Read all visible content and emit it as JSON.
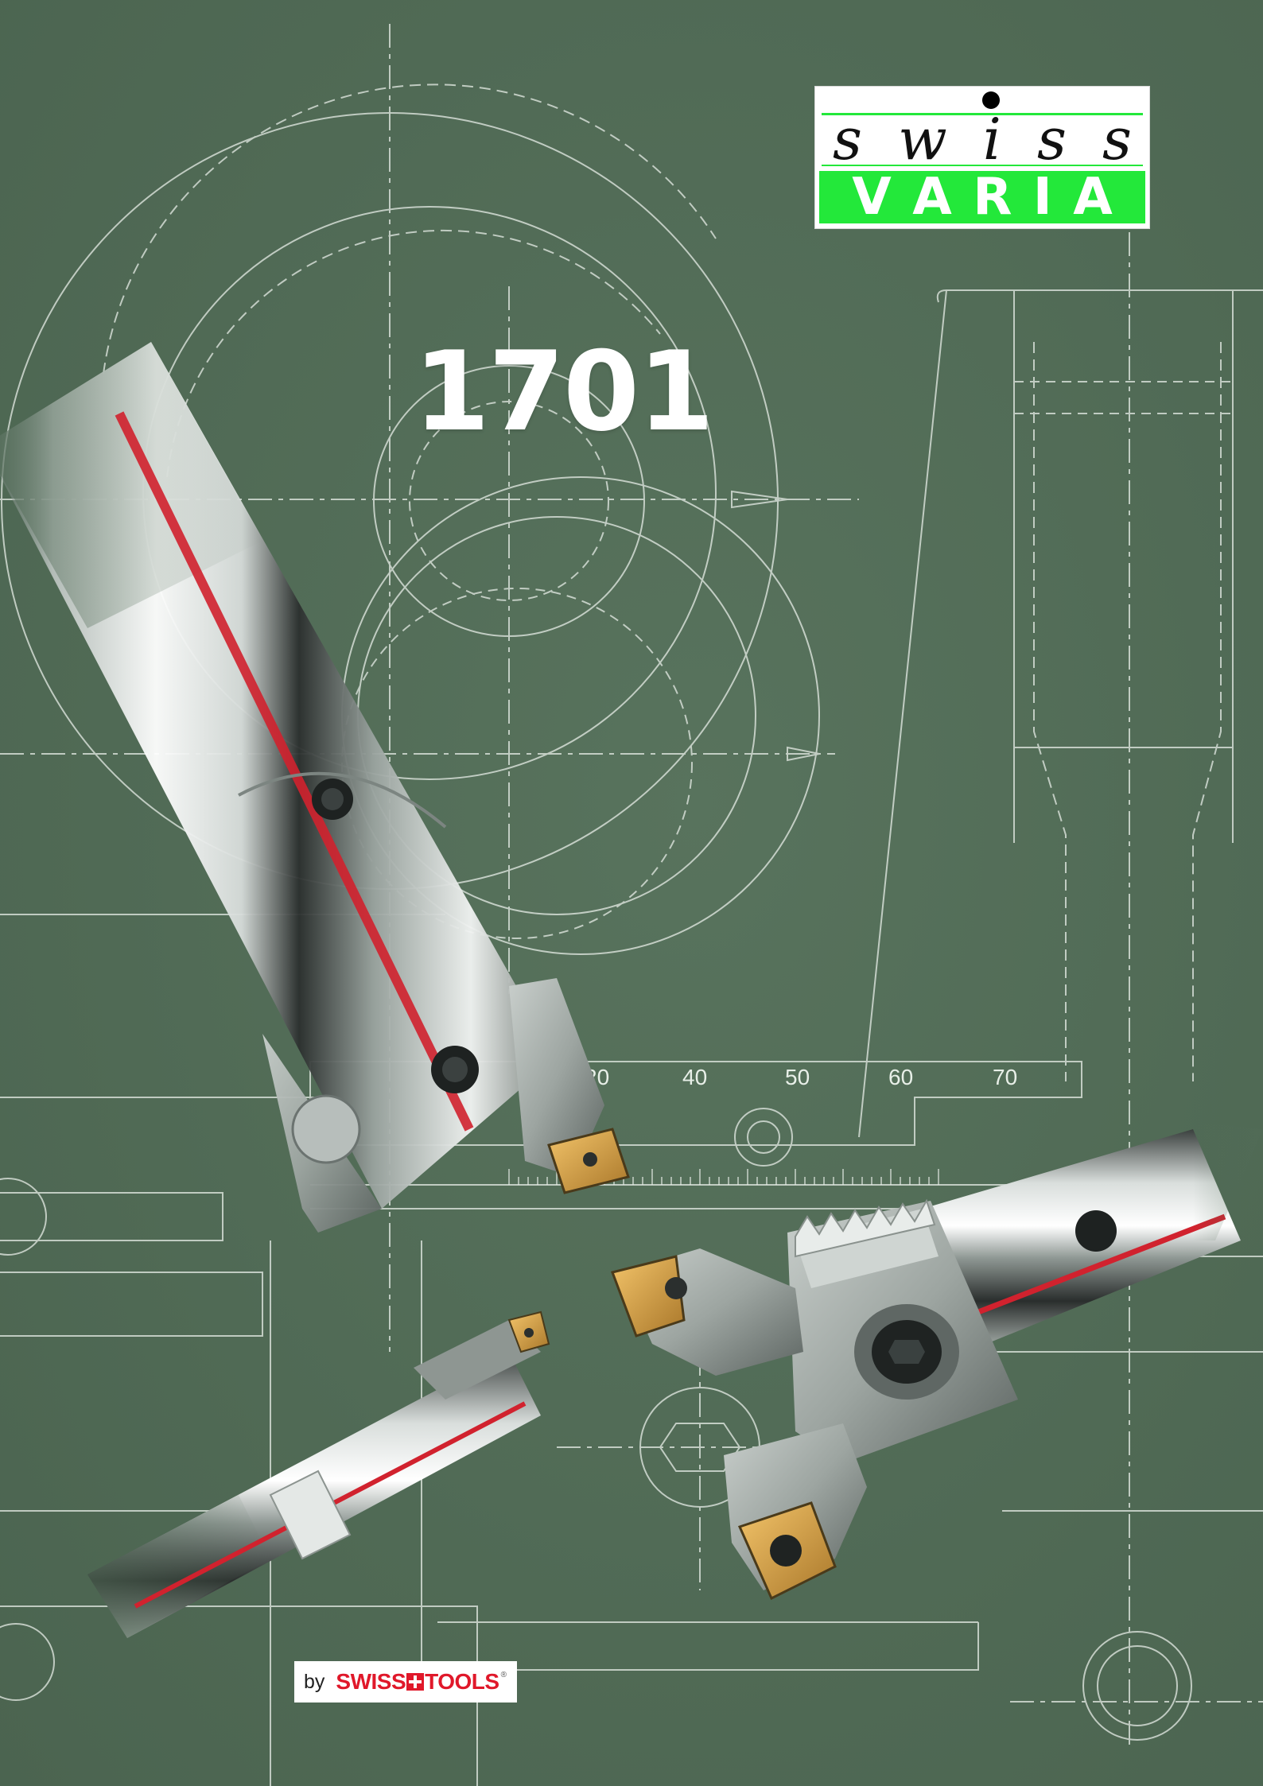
{
  "logo": {
    "brand_letters": [
      "s",
      "w",
      "i",
      "s",
      "s"
    ],
    "sub_letters": [
      "V",
      "A",
      "R",
      "I",
      "A"
    ],
    "colors": {
      "green": "#23e83a",
      "background": "#ffffff"
    }
  },
  "edition": {
    "number": "1701"
  },
  "byline": {
    "by": "by",
    "brand_part1": "SWISS",
    "brand_part2": "TOOLS",
    "registered": "®"
  },
  "drawing": {
    "scale_labels": [
      "20",
      "40",
      "50",
      "60",
      "70"
    ]
  },
  "colors": {
    "background": "#526c57",
    "accent_red": "#e0182a",
    "line": "#e6ece6"
  }
}
